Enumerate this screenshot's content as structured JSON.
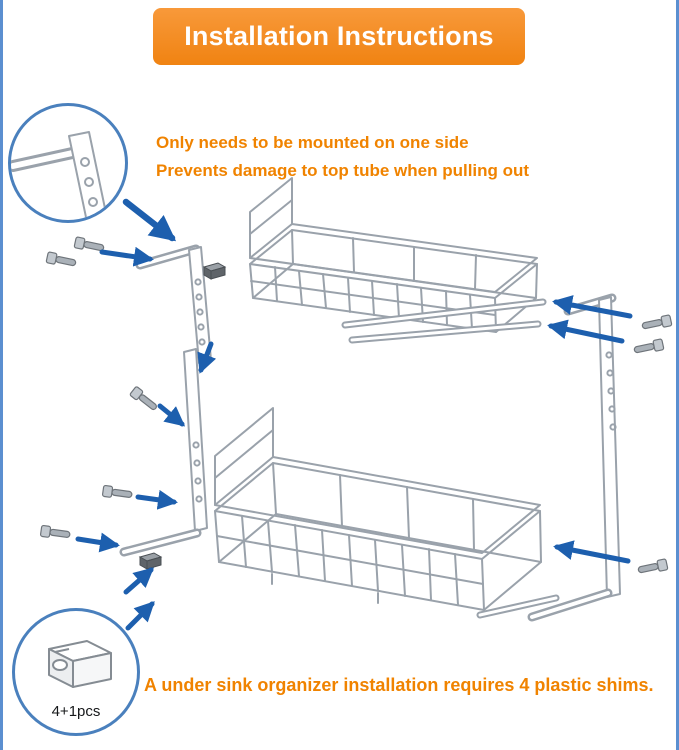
{
  "theme": {
    "banner_orange": "#f08312",
    "banner_orange_light": "#f8993a",
    "text_orange": "#f08300",
    "arrow_blue": "#1d5fae",
    "circle_border_blue": "#4a80bd",
    "edge_border_blue": "#5b8fd0",
    "wire_gray": "#9aa2ab"
  },
  "banner": {
    "title": "Installation Instructions"
  },
  "top_note": {
    "line1": "Only needs to be mounted on one side",
    "line2": "Prevents damage to top tube when pulling out"
  },
  "shim_callout": {
    "count": "4+1pcs"
  },
  "bottom_note": {
    "text": "A under sink organizer installation requires 4 plastic shims."
  }
}
